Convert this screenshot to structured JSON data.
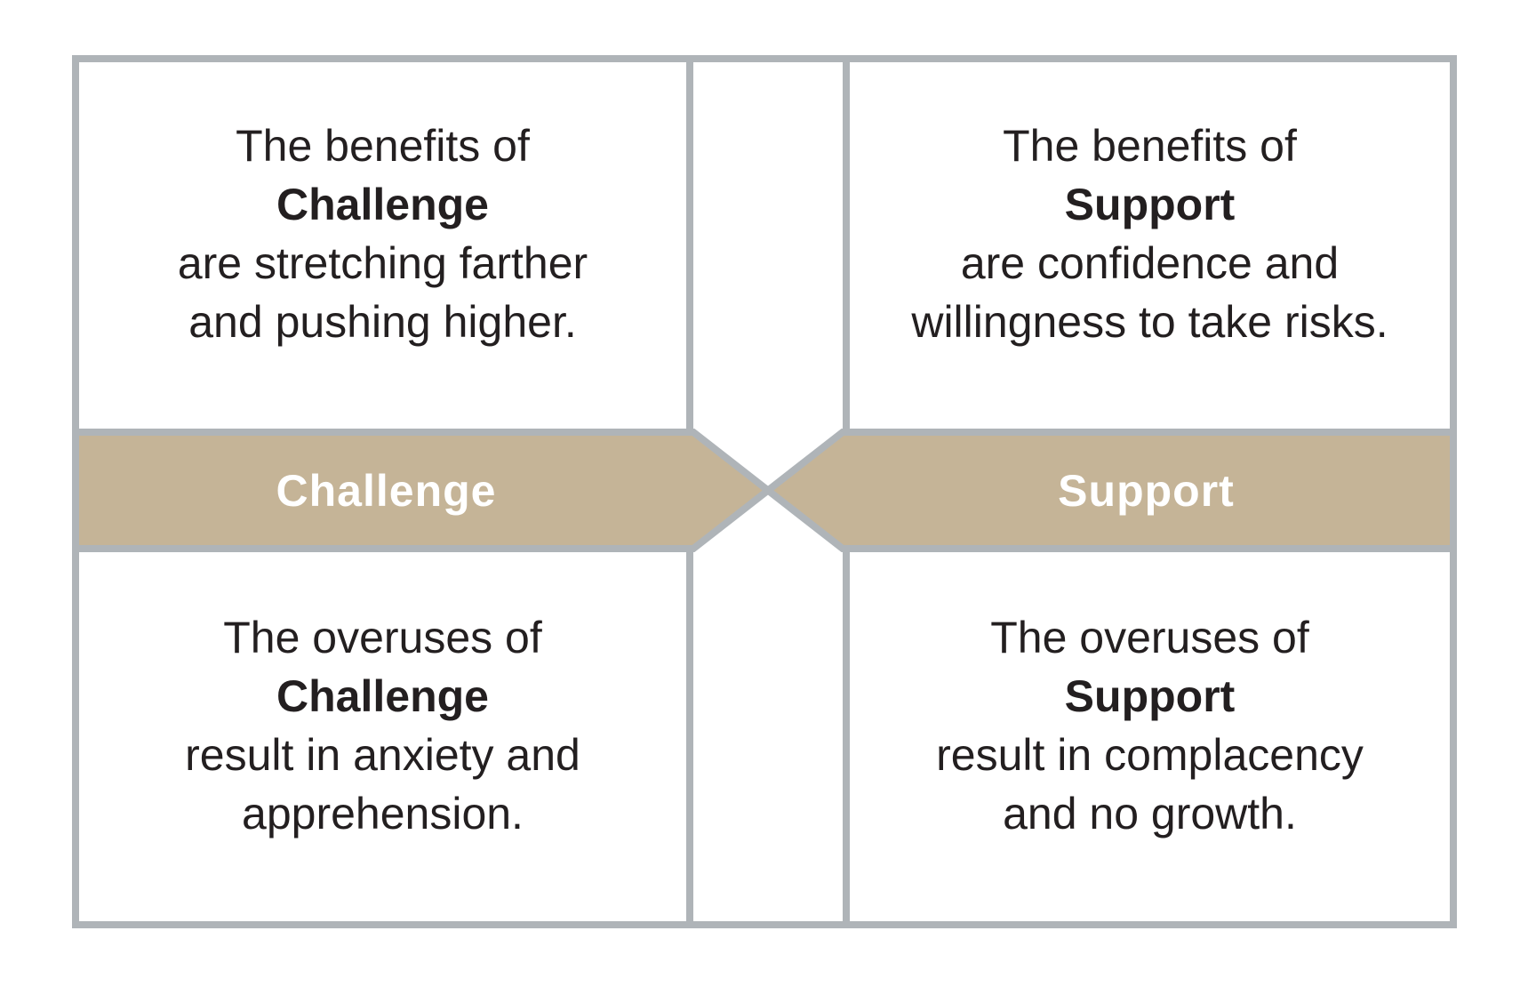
{
  "figure": {
    "type": "quadrant-matrix-diagram",
    "colors": {
      "band_fill": "#C5B497",
      "grid_border": "#AFB4B8",
      "cell_background": "#FFFFFF",
      "body_text": "#231F20",
      "band_label_text": "#FFFFFF"
    },
    "bands": {
      "left": {
        "label": "Challenge"
      },
      "right": {
        "label": "Support"
      }
    },
    "quadrants": {
      "top_left": {
        "line1": "The benefits of",
        "keyword": "Challenge",
        "line3": "are stretching farther",
        "line4": "and pushing higher."
      },
      "top_right": {
        "line1": "The benefits of",
        "keyword": "Support",
        "line3": "are confidence and",
        "line4": "willingness to take risks."
      },
      "bottom_left": {
        "line1": "The overuses of",
        "keyword": "Challenge",
        "line3": "result in anxiety and",
        "line4": "apprehension."
      },
      "bottom_right": {
        "line1": "The overuses of",
        "keyword": "Support",
        "line3": "result in complacency",
        "line4": "and no growth."
      }
    }
  }
}
